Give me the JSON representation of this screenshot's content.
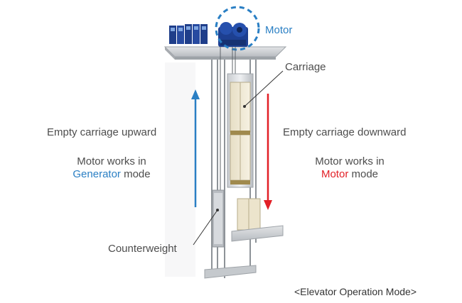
{
  "labels": {
    "motor": "Motor",
    "carriage": "Carriage",
    "counterweight": "Counterweight",
    "upward_title": "Empty carriage upward",
    "downward_title": "Empty carriage downward",
    "generator_line1": "Motor works in",
    "generator_word": "Generator",
    "generator_suffix": " mode",
    "motor_line1": "Motor works in",
    "motor_word": "Motor",
    "motor_suffix": " mode"
  },
  "caption": "<Elevator Operation Mode>",
  "colors": {
    "blue": "#2a7fc4",
    "red": "#e21f26",
    "text": "#4d4d4d"
  }
}
